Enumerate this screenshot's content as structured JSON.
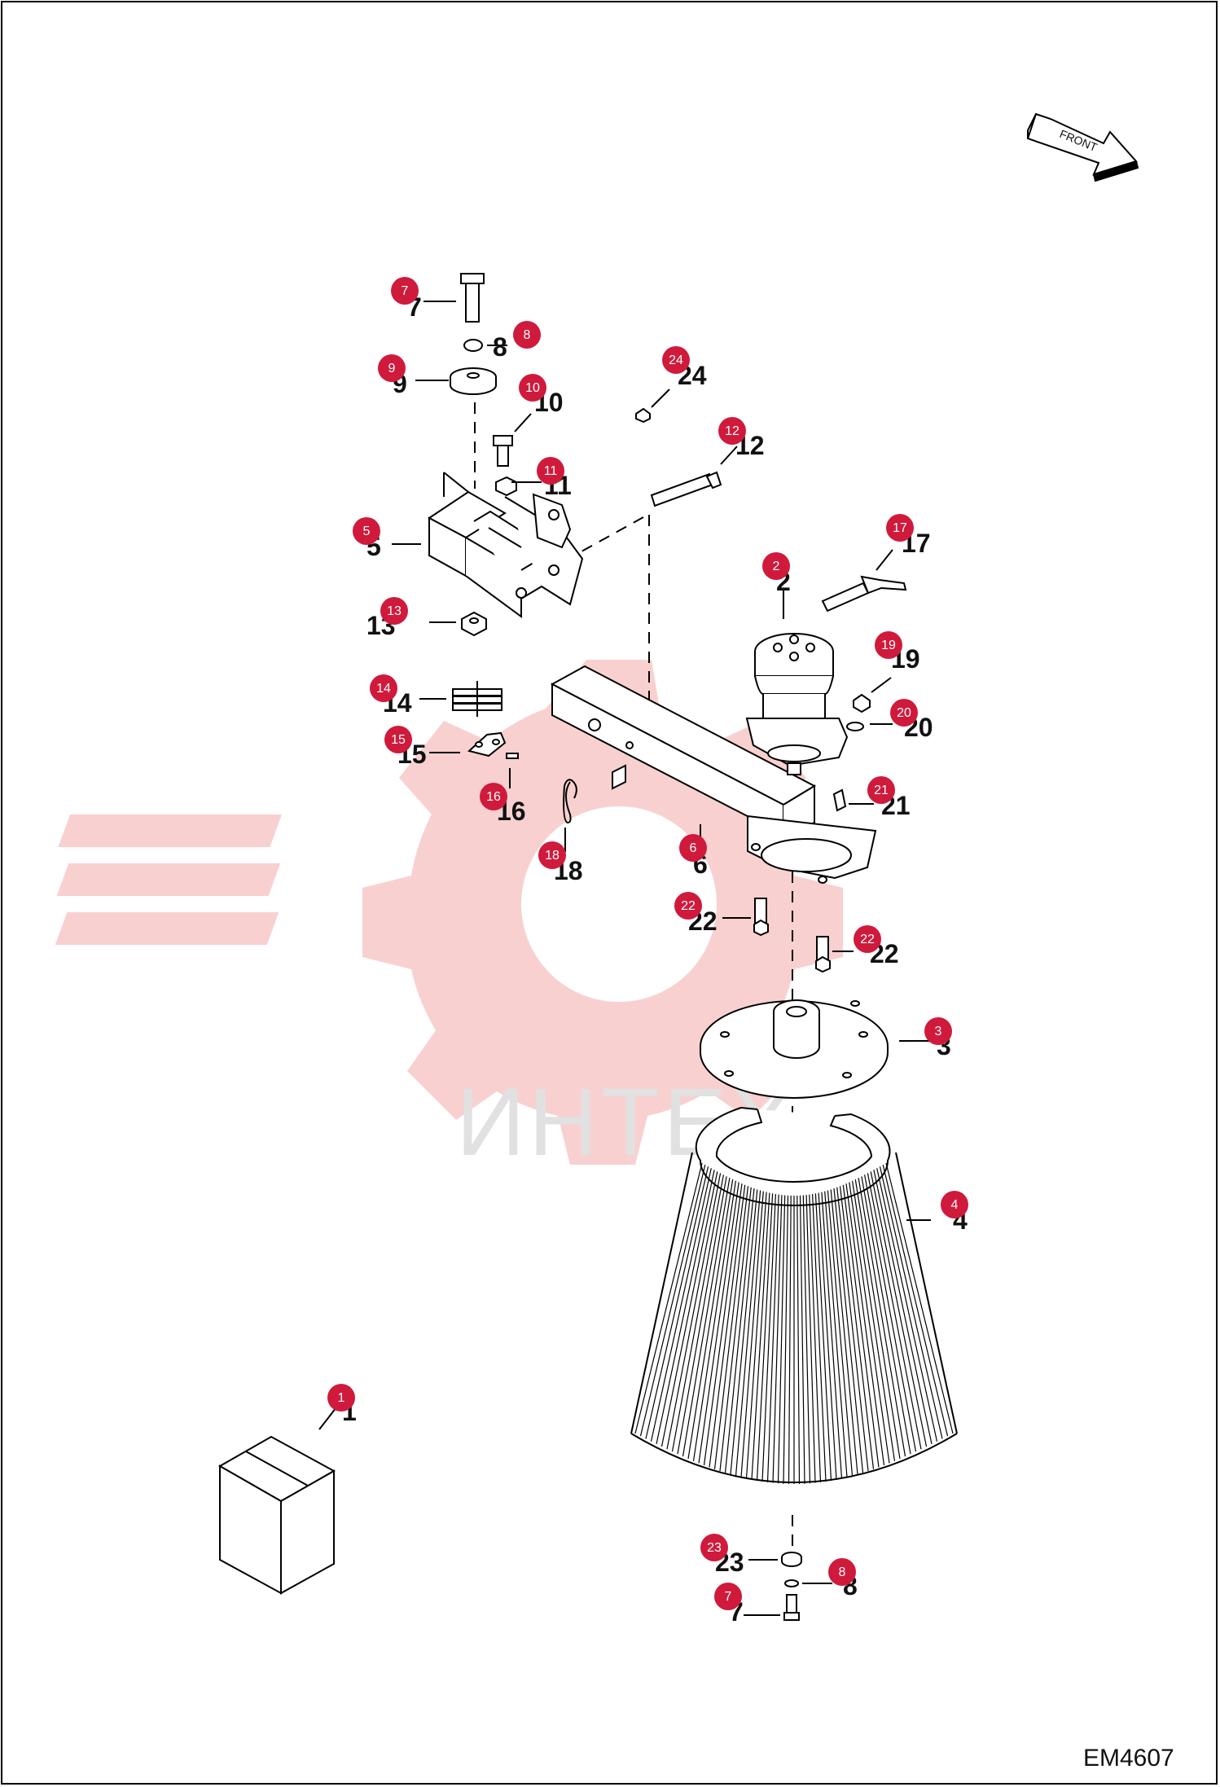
{
  "document": {
    "code": "EM4607"
  },
  "orientation": {
    "label": "FRONT"
  },
  "watermark": {
    "text": "ИНТЕХ"
  },
  "colors": {
    "badge": "#cf1a3c",
    "badge_text": "#ffffff",
    "line": "#000000",
    "watermark": "#f2b7b7"
  },
  "callouts": [
    {
      "id": "c7a",
      "num": "7"
    },
    {
      "id": "c8a",
      "num": "8"
    },
    {
      "id": "c9",
      "num": "9"
    },
    {
      "id": "c10",
      "num": "10"
    },
    {
      "id": "c24",
      "num": "24"
    },
    {
      "id": "c12",
      "num": "12"
    },
    {
      "id": "c11",
      "num": "11"
    },
    {
      "id": "c5",
      "num": "5"
    },
    {
      "id": "c17",
      "num": "17"
    },
    {
      "id": "c2",
      "num": "2"
    },
    {
      "id": "c13",
      "num": "13"
    },
    {
      "id": "c19",
      "num": "19"
    },
    {
      "id": "c14",
      "num": "14"
    },
    {
      "id": "c20",
      "num": "20"
    },
    {
      "id": "c15",
      "num": "15"
    },
    {
      "id": "c21",
      "num": "21"
    },
    {
      "id": "c16",
      "num": "16"
    },
    {
      "id": "c6",
      "num": "6"
    },
    {
      "id": "c18",
      "num": "18"
    },
    {
      "id": "c22a",
      "num": "22"
    },
    {
      "id": "c22b",
      "num": "22"
    },
    {
      "id": "c3",
      "num": "3"
    },
    {
      "id": "c4",
      "num": "4"
    },
    {
      "id": "c1",
      "num": "1"
    },
    {
      "id": "c23",
      "num": "23"
    },
    {
      "id": "c8b",
      "num": "8"
    },
    {
      "id": "c7b",
      "num": "7"
    }
  ]
}
